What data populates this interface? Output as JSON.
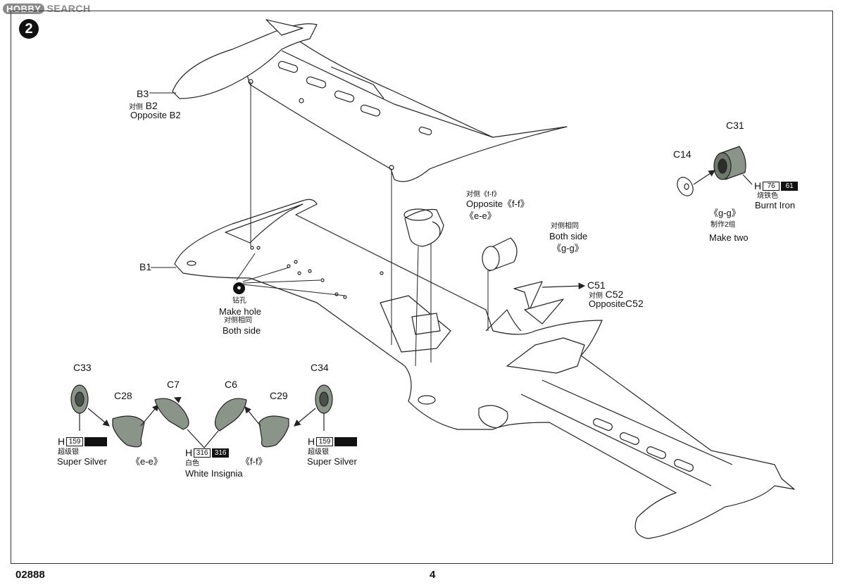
{
  "watermark": {
    "logo": "HOBBY",
    "text": "SEARCH"
  },
  "step_number": "2",
  "footer": {
    "code": "02888",
    "page": "4"
  },
  "colors": {
    "part_fill": "#8b9489",
    "line": "#222222",
    "sheet": "#ffffff"
  },
  "labels": {
    "B3": "B3",
    "opp_b2_cn": "对侧",
    "opp_b2_part": "B2",
    "opp_b2_en": "Opposite B2",
    "B1": "B1",
    "make_hole_cn": "钻孔",
    "make_hole_en": "Make hole",
    "both_side_cn_1": "对侧相同",
    "both_side_en_1": "Both side",
    "opp_ff_cn": "对侧《f-f》",
    "opp_ff_en": "Opposite《f-f》",
    "ee_top": "《e-e》",
    "both_side_cn_2": "对侧相同",
    "both_side_en_2": "Both side",
    "gg_top": "《g-g》",
    "C51": "C51",
    "opp_c52_cn": "对侧",
    "opp_c52_part": "C52",
    "opp_c52_en": "Opposite",
    "opp_c52_part2": "C52",
    "C31": "C31",
    "C14": "C14",
    "burnt_prefix": "H",
    "burnt_code_a": "76",
    "burnt_code_b": "61",
    "burnt_cn": "烧铁色",
    "burnt_en": "Burnt Iron",
    "gg_right": "《g-g》",
    "make_two_cn": "制作2组",
    "make_two_en": "Make two",
    "C33": "C33",
    "C28": "C28",
    "C7": "C7",
    "C6": "C6",
    "C29": "C29",
    "C34": "C34",
    "ss_left_prefix": "H",
    "ss_left_code": "159",
    "ss_left_cn": "超级银",
    "ss_left_en": "Super Silver",
    "ee_bottom": "《e-e》",
    "white_prefix": "H",
    "white_code_a": "316",
    "white_code_b": "316",
    "white_cn": "白色",
    "white_en": "White Insignia",
    "ff_bottom": "《f-f》",
    "ss_right_prefix": "H",
    "ss_right_code": "159",
    "ss_right_cn": "超级银",
    "ss_right_en": "Super Silver"
  }
}
